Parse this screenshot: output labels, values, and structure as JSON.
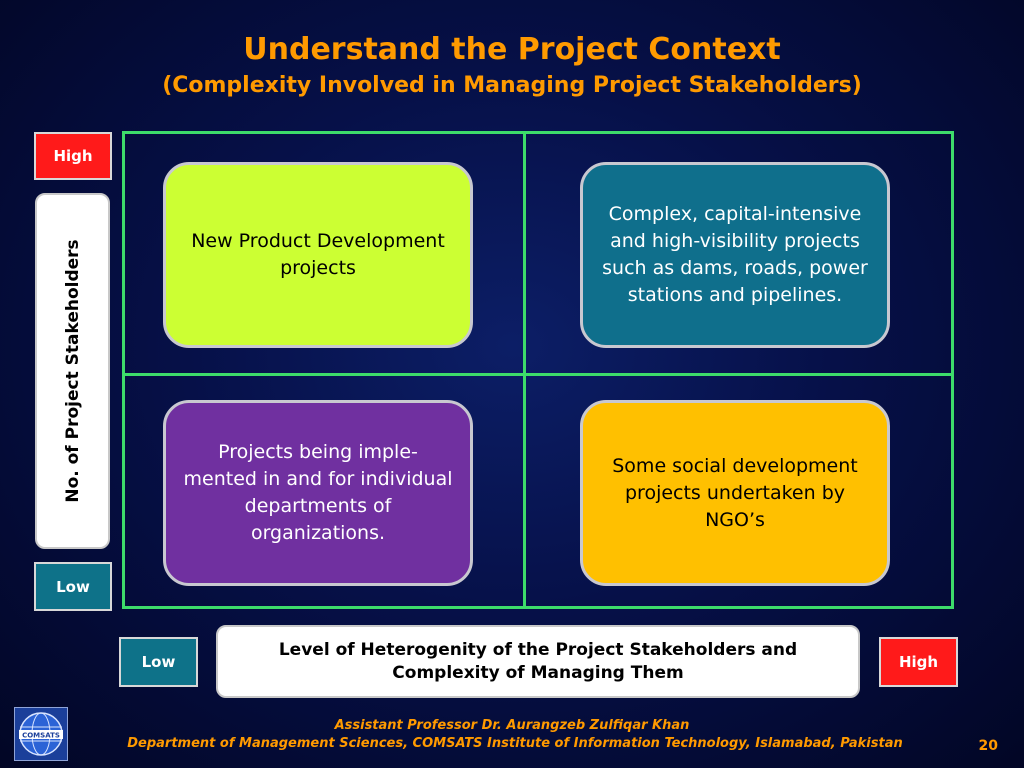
{
  "slide": {
    "title": "Understand the Project Context",
    "subtitle": "(Complexity Involved in Managing Project Stakeholders)"
  },
  "y_axis": {
    "label": "No. of Project Stakeholders",
    "high_label": "High",
    "low_label": "Low"
  },
  "x_axis": {
    "label": "Level of Heterogenity of the Project Stakeholders and Complexity of Managing Them",
    "low_label": "Low",
    "high_label": "High"
  },
  "quadrants": {
    "top_left": "New Product Development projects",
    "top_right": "Complex, capital-intensive and high-visibility projects such as dams, roads, power stations and pipelines.",
    "bottom_left": "Projects being imple-mented in and for individual departments of organizations.",
    "bottom_right": "Some social development projects undertaken by NGO’s"
  },
  "colors": {
    "title": "#ff9a00",
    "grid": "#3ddc6a",
    "top_left": "#ccff33",
    "top_right": "#0f6f8c",
    "bottom_left": "#7030a0",
    "bottom_right": "#ffc000",
    "high_badge": "#ff1a1a",
    "low_badge": "#0e7289"
  },
  "footer": {
    "author": "Assistant Professor Dr. Aurangzeb Zulfiqar Khan",
    "department": "Department of Management Sciences, COMSATS Institute of Information Technology, Islamabad, Pakistan",
    "page_number": "20",
    "logo_icon": "comsats-logo-icon",
    "logo_text": "COMSATS"
  }
}
